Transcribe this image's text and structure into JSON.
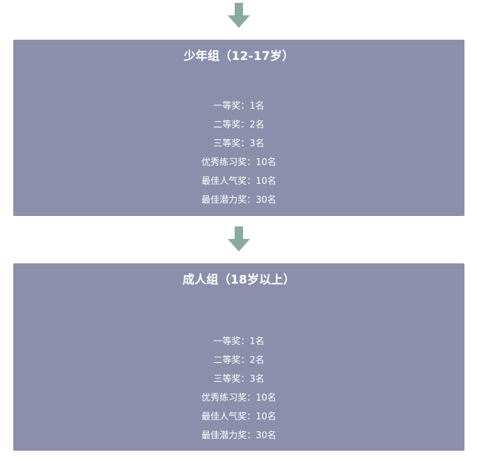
{
  "colors": {
    "arrow": "#8aaa9e",
    "panel_bg": "#8c8fab",
    "text": "#ffffff"
  },
  "groups": [
    {
      "title": "少年组（12-17岁）",
      "prizes": [
        "一等奖：1名",
        "二等奖：2名",
        "三等奖：3名",
        "优秀练习奖：10名",
        "最佳人气奖：10名",
        "最佳潜力奖：30名"
      ]
    },
    {
      "title": "成人组（18岁以上）",
      "prizes": [
        "一等奖：1名",
        "二等奖：2名",
        "三等奖：3名",
        "优秀练习奖：10名",
        "最佳人气奖：10名",
        "最佳潜力奖：30名"
      ]
    }
  ],
  "icons": {
    "arrow": "arrow-down-icon"
  }
}
